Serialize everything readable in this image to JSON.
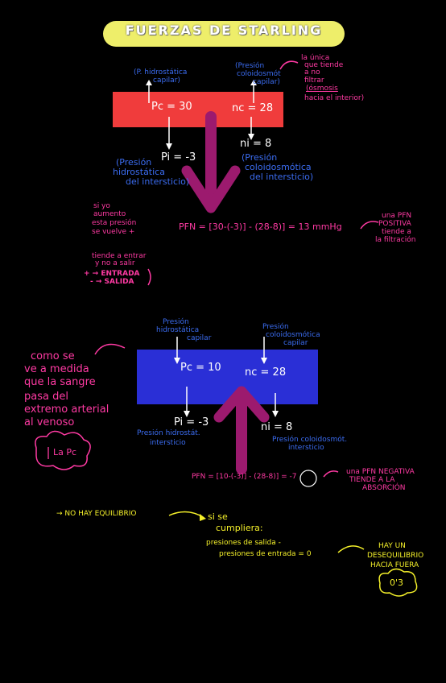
{
  "title": "FUERZAS DE STARLING",
  "top": {
    "pc_label": "(P. hidrostática capilar)",
    "pc_label_1": "(P. hidrostática",
    "pc_label_2": "capilar)",
    "pi_cap_label_1": "(Presión",
    "pi_cap_label_2": "coloidosmót",
    "pi_cap_label_3": "capilar)",
    "pc_value": "Pc = 30",
    "nc_value": "nc = 28",
    "pi_value": "Pi = -3",
    "ni_value": "ni = 8",
    "pi_int_1": "(Presión",
    "pi_int_2": "hidrostática",
    "pi_int_3": "del intersticio)",
    "ni_int_1": "(Presión",
    "ni_int_2": "coloidosmótica",
    "ni_int_3": "del intersticio)",
    "note_1": "la única",
    "note_2": "que tiende",
    "note_3": "a no",
    "note_4": "filtrar",
    "note_5": "(ósmosis",
    "note_6": "hacia el interior)",
    "side_1": "si yo",
    "side_2": "aumento",
    "side_3": "esta presión",
    "side_4": "se vuelve +",
    "side_5": "tiende a entrar",
    "side_6": "y no a salir",
    "side_7": "+ → ENTRADA",
    "side_8": "- → SALIDA",
    "pfn": "PFN = [30-(-3)] - (28-8)] = 13 mmHg",
    "pfn_note_1": "una PFN",
    "pfn_note_2": "POSITIVA",
    "pfn_note_3": "tiende a",
    "pfn_note_4": "la filtración"
  },
  "bottom": {
    "pc_label_1": "Presión",
    "pc_label_2": "hidrostática",
    "pc_label_3": "capilar",
    "nc_label_1": "Presión",
    "nc_label_2": "coloidosmótica",
    "nc_label_3": "capilar",
    "pc_value": "Pc = 10",
    "nc_value": "nc = 28",
    "pi_value": "Pi = -3",
    "ni_value": "ni = 8",
    "pi_int_1": "Presión hidrostát.",
    "pi_int_2": "intersticio",
    "ni_int_1": "Presión coloidosmót.",
    "ni_int_2": "intersticio",
    "left_1": "como se",
    "left_2": "ve a medida",
    "left_3": "que la sangre",
    "left_4": "pasa del",
    "left_5": "extremo arterial",
    "left_6": "al venoso",
    "cloud": "La Pc",
    "pfn": "PFN = [10-(-3)] - (28-8)] = -7",
    "pfn_note_1": "una PFN NEGATIVA",
    "pfn_note_2": "TIENDE A LA",
    "pfn_note_3": "ABSORCIÓN"
  },
  "footer": {
    "no_eq": "→ NO HAY EQUILIBRIO",
    "si_1": "si se",
    "si_2": "cumpliera:",
    "eq_1": "presiones de salida -",
    "eq_2": "presiones de entrada = 0",
    "des_1": "HAY UN",
    "des_2": "DESEQUILIBRIO",
    "des_3": "HACIA FUERA",
    "cloud": "0'3"
  }
}
